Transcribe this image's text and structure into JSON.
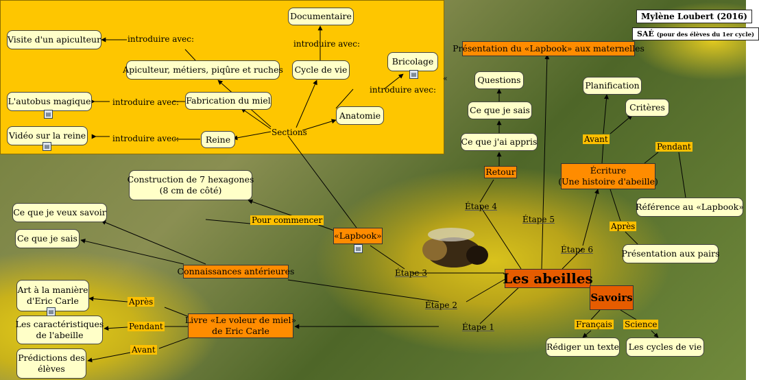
{
  "header": {
    "author": "Mylène Loubert (2016)",
    "sae_label": "SAÉ",
    "sae_note": "(pour des élèves du 1er cycle)"
  },
  "central": {
    "title": "Les abeilles"
  },
  "savoirs": {
    "title": "Savoirs",
    "francais_label": "Français",
    "science_label": "Science",
    "francais_item": "Rédiger un texte",
    "science_item": "Les cycles de vie"
  },
  "lapbook": {
    "label": "«Lapbook»",
    "sections_label": "Sections",
    "pour_commencer_label": "Pour commencer",
    "construction": "Construction de 7 hexagones\n(8 cm de côté)"
  },
  "sections": {
    "documentaire": "Documentaire",
    "visite": "Visite d'un apiculteur",
    "apiculteur": "Apiculteur, métiers, piqûre et ruches",
    "cycle": "Cycle de vie",
    "bricolage": "Bricolage",
    "autobus": "L'autobus magique",
    "fabrication": "Fabrication du miel",
    "anatomie": "Anatomie",
    "video": "Vidéo sur la reine",
    "reine": "Reine",
    "introduire": "introduire avec:"
  },
  "etapes": {
    "etape1": "Étape 1",
    "etape2": "Étape 2",
    "etape3": "Étape 3",
    "etape4": "Étape 4",
    "etape5": "Étape 5",
    "etape6": "Étape 6"
  },
  "retour": {
    "label": "Retour",
    "questions": "Questions",
    "sais": "Ce que je sais",
    "appris": "Ce que j'ai appris"
  },
  "presentation_maternelles": "Présentation du «Lapbook» aux maternelles",
  "ecriture": {
    "label": "Écriture\n(Une histoire d'abeille)",
    "avant": "Avant",
    "pendant": "Pendant",
    "apres": "Après",
    "planification": "Planification",
    "criteres": "Critères",
    "reference": "Référence au «Lapbook»",
    "presentation_pairs": "Présentation aux pairs"
  },
  "connaissances": {
    "label": "Connaissances antérieures",
    "veux_savoir": "Ce que je veux savoir",
    "je_sais": "Ce que je sais"
  },
  "livre": {
    "label": "Livre «Le voleur de miel»\nde Eric Carle",
    "apres": "Après",
    "pendant": "Pendant",
    "avant": "Avant",
    "art": "Art à la manière\nd'Eric Carle",
    "caracteristiques": "Les caractéristiques\nde l'abeille",
    "predictions": "Prédictions des\nélèves"
  },
  "icons": {
    "document": "document-icon",
    "collapse": "collapse-icon"
  },
  "colors": {
    "panel": "#fec600",
    "node": "#ffffc8",
    "orange": "#ff8c00",
    "central": "#e65c00"
  }
}
